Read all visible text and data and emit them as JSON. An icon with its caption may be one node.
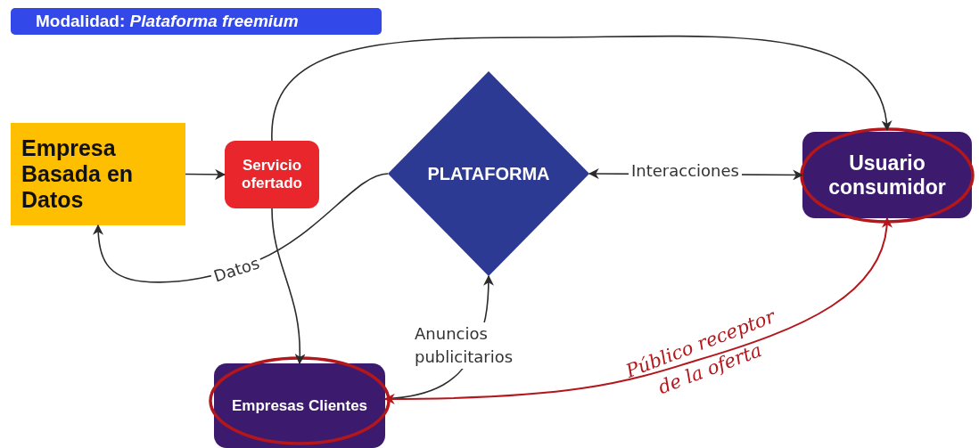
{
  "diagram": {
    "title": "Modalidad: *Plataforma freemium*",
    "nodes": [
      {
        "text": [
          "Empresa Basada en Datos"
        ]
      },
      {
        "text": [
          "Servicio ofertado"
        ]
      },
      {
        "text": [
          "PLATAFORMA"
        ]
      },
      {
        "text": [
          "Usuario consumidor"
        ]
      },
      {
        "text": [
          "Empresas Clientes"
        ]
      }
    ],
    "edges": [
      {
        "from": 0,
        "to": 1,
        "arrow": "to"
      },
      {
        "from": 1,
        "to": 3,
        "arrow": "to"
      },
      {
        "from": 1,
        "to": 4,
        "arrow": "to"
      },
      {
        "from": 2,
        "to": 0,
        "arrow": "to",
        "label": "Datos"
      },
      {
        "from": 2,
        "to": 3,
        "arrow": "both",
        "label": "Interacciones"
      },
      {
        "from": 4,
        "to": 2,
        "arrow": "to",
        "label": "Anuncios publicitarios"
      },
      {
        "from": 4,
        "to": 3,
        "arrow": "both",
        "label": "Público receptor de la oferta",
        "color": "#b3171c"
      }
    ]
  }
}
